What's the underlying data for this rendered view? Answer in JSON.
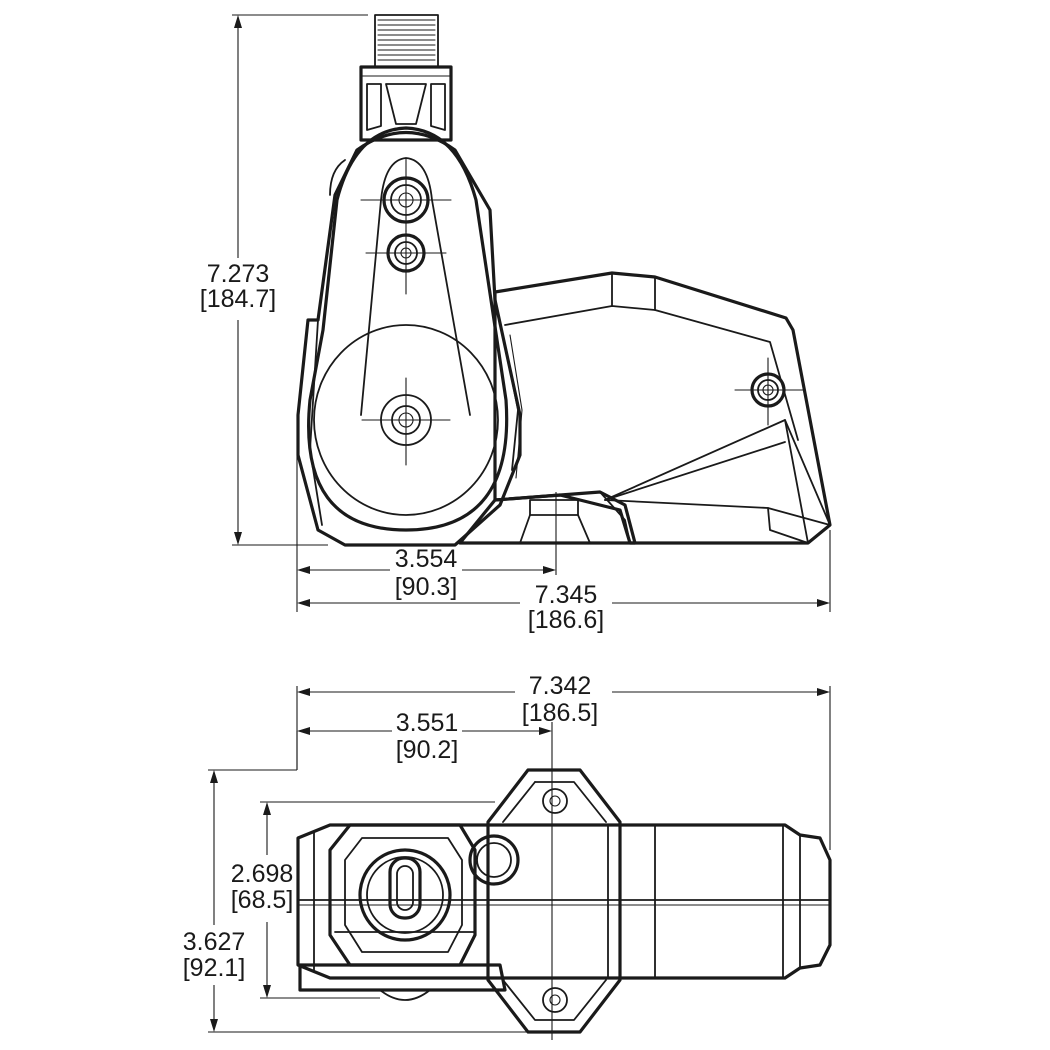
{
  "side_view": {
    "height": {
      "inches": "7.273",
      "mm": "[184.7]"
    },
    "base_to_center": {
      "inches": "3.554",
      "mm": "[90.3]"
    },
    "length": {
      "inches": "7.345",
      "mm": "[186.6]"
    }
  },
  "top_view": {
    "length": {
      "inches": "7.342",
      "mm": "[186.5]"
    },
    "base_to_center": {
      "inches": "3.551",
      "mm": "[90.2]"
    },
    "body_width": {
      "inches": "2.698",
      "mm": "[68.5]"
    },
    "overall_width": {
      "inches": "3.627",
      "mm": "[92.1]"
    }
  }
}
